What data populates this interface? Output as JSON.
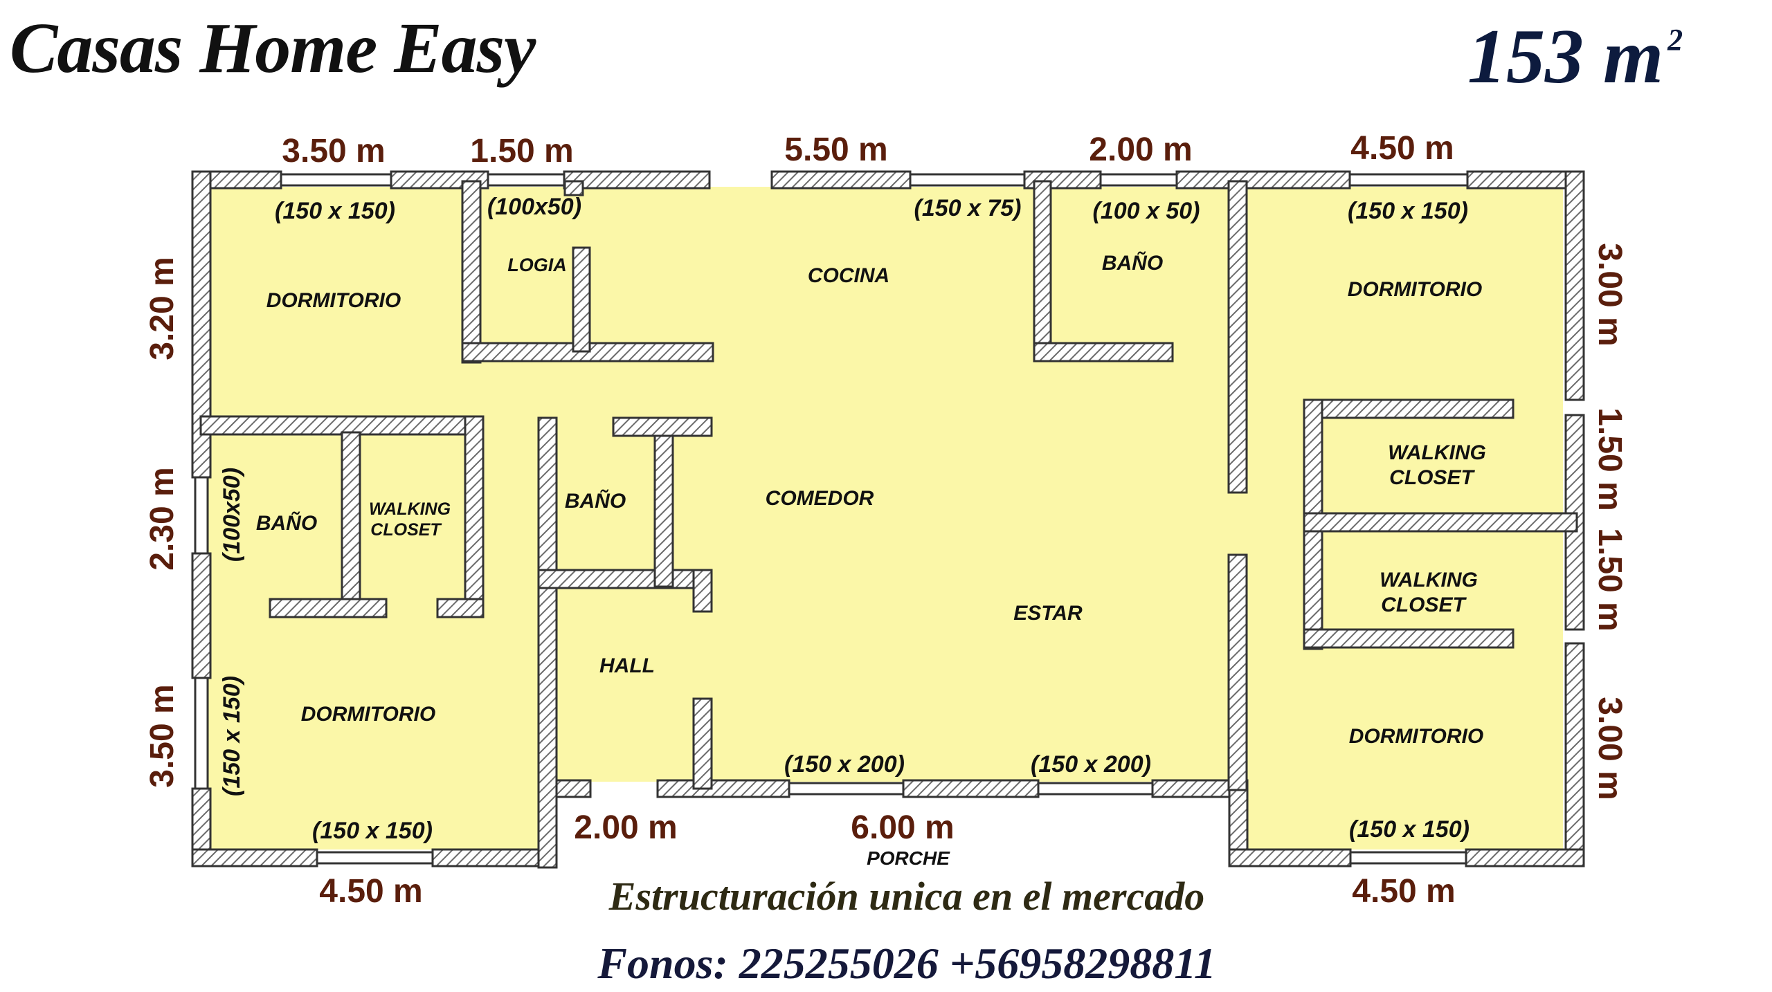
{
  "header": {
    "title": "Casas Home Easy",
    "area_value": "153 m",
    "area_sup": "2"
  },
  "footer": {
    "tagline": "Estructuración unica en el mercado",
    "phones": "Fonos: 225255026 +56958298811"
  },
  "rooms": {
    "dormitorio_nw": "DORMITORIO",
    "logia": "LOGIA",
    "cocina": "COCINA",
    "bano_n": "BAÑO",
    "dormitorio_ne": "DORMITORIO",
    "bano_w": "BAÑO",
    "walking_w_1": "WALKING",
    "walking_w_2": "CLOSET",
    "bano_c": "BAÑO",
    "comedor": "COMEDOR",
    "walking_e1_1": "WALKING",
    "walking_e1_2": "CLOSET",
    "walking_e2_1": "WALKING",
    "walking_e2_2": "CLOSET",
    "estar": "ESTAR",
    "hall": "HALL",
    "dormitorio_sw": "DORMITORIO",
    "dormitorio_se": "DORMITORIO",
    "porche": "PORCHE"
  },
  "windows": {
    "w_top_1": "(150 x 150)",
    "w_top_2": "(100x50)",
    "w_top_3": "(150 x 75)",
    "w_top_4": "(100 x 50)",
    "w_top_5": "(150 x 150)",
    "w_left_1": "(100x50)",
    "w_left_2": "(150 x 150)",
    "w_bot_1": "(150 x 150)",
    "w_bot_2": "(150 x 200)",
    "w_bot_3": "(150 x 200)",
    "w_bot_4": "(150 x 150)"
  },
  "dimensions": {
    "top_1": "3.50 m",
    "top_2": "1.50 m",
    "top_3": "5.50 m",
    "top_4": "2.00 m",
    "top_5": "4.50 m",
    "left_1": "3.20 m",
    "left_2": "2.30 m",
    "left_3": "3.50 m",
    "right_1": "3.00 m",
    "right_2": "1.50 m",
    "right_3": "1.50 m",
    "right_4": "3.00 m",
    "bottom_1": "4.50 m",
    "bottom_2": "2.00 m",
    "bottom_3": "6.00 m",
    "bottom_4": "4.50 m"
  },
  "colors": {
    "floor": "#fbf7a8",
    "wall_hatch": "#6b6b6b",
    "dimension_text": "#5a1e0c"
  }
}
